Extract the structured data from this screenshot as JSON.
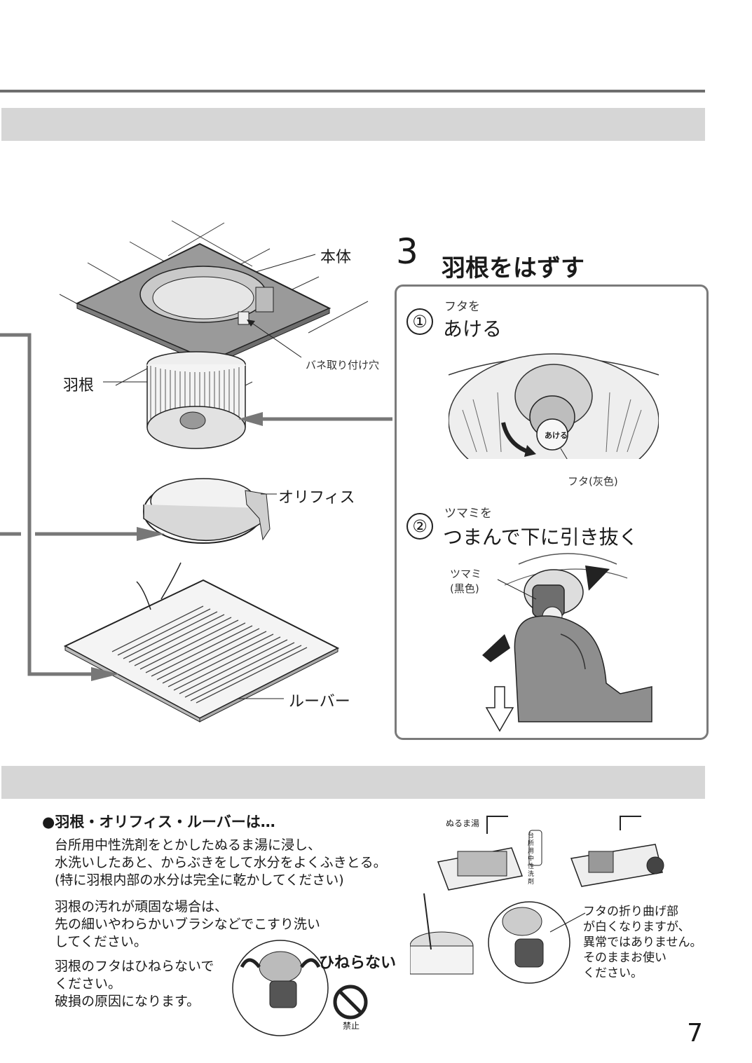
{
  "step": {
    "number": "3",
    "title": "羽根をはずす",
    "sub1": {
      "num": "①",
      "small": "フタを",
      "big": "あける",
      "callout": "フタ(灰色)",
      "knob_text": "あける"
    },
    "sub2": {
      "num": "②",
      "small": "ツマミを",
      "big": "つまんで下に引き抜く",
      "callout_line1": "ツマミ",
      "callout_line2": "(黒色)"
    }
  },
  "parts": {
    "body": "本体",
    "spring_hole": "バネ取り付け穴",
    "fan": "羽根",
    "orifice": "オリフィス",
    "louver": "ルーバー"
  },
  "cleaning": {
    "heading": "●羽根・オリフィス・ルーバーは…",
    "para1": "台所用中性洗剤をとかしたぬるま湯に浸し、\n水洗いしたあと、からぶきをして水分をよくふきとる。\n(特に羽根内部の水分は完全に乾かしてください)",
    "para2": "羽根の汚れが頑固な場合は、\n先の細いやわらかいブラシなどでこすり洗い\nしてください。",
    "para3": "羽根のフタはひねらないで\nください。\n破損の原因になります。",
    "no_twist": "ひねらない",
    "prohibited": "禁止",
    "bubble": "ぬるま湯",
    "bottle": "台所用中性洗剤",
    "note": "フタの折り曲げ部\nが白くなりますが、\n異常ではありません。\nそのままお使い\nください。"
  },
  "page_number": "7"
}
